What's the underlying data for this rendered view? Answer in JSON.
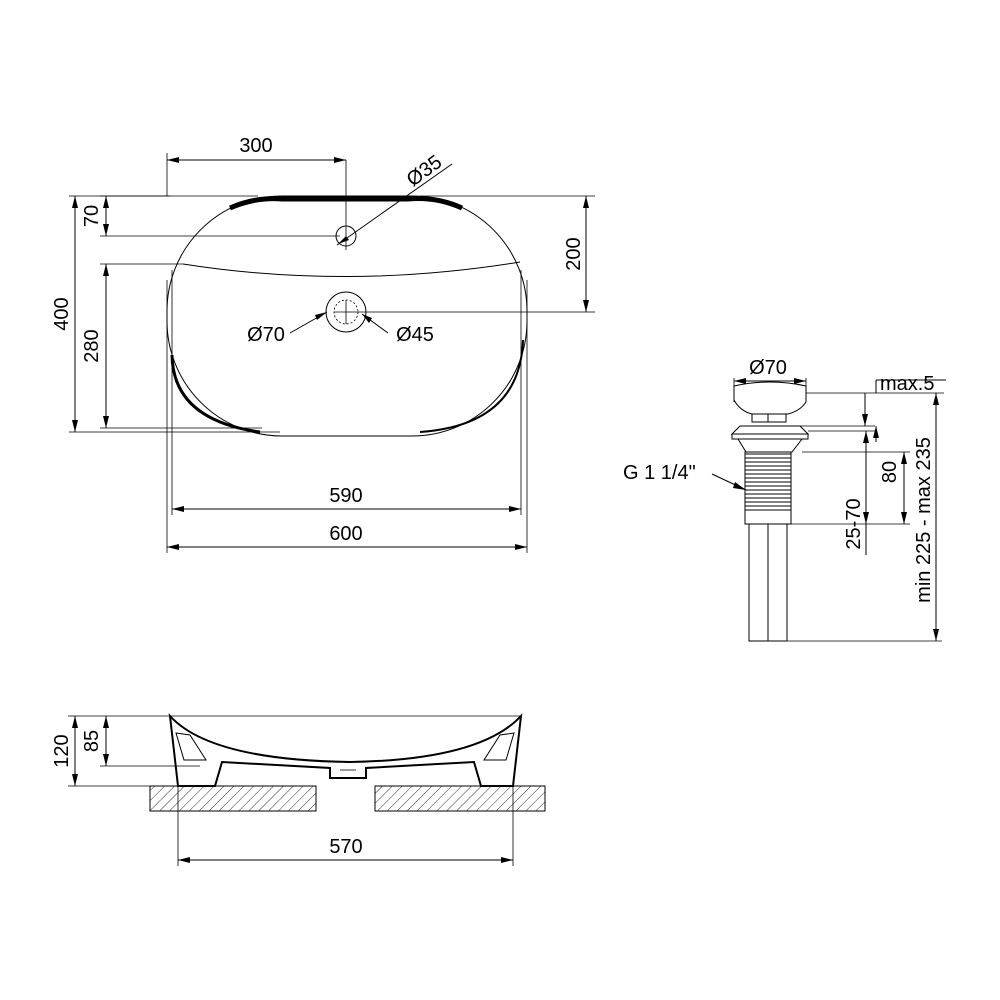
{
  "top_view": {
    "overall_length": "600",
    "inner_length": "590",
    "faucet_offset": "300",
    "faucet_hole": "Ø35",
    "faucet_from_edge": "70",
    "drain_position": "200",
    "overall_width": "400",
    "inner_width": "280",
    "drain_outer": "Ø70",
    "drain_inner": "Ø45"
  },
  "drain_view": {
    "cap_diameter": "Ø70",
    "max_gap": "max.5",
    "thread": "G 1 1/4\"",
    "body_height": "80",
    "counter_range": "25-70",
    "total_range": "min 225 - max 235"
  },
  "side_view": {
    "total_height": "120",
    "bowl_depth": "85",
    "base_length": "570"
  }
}
